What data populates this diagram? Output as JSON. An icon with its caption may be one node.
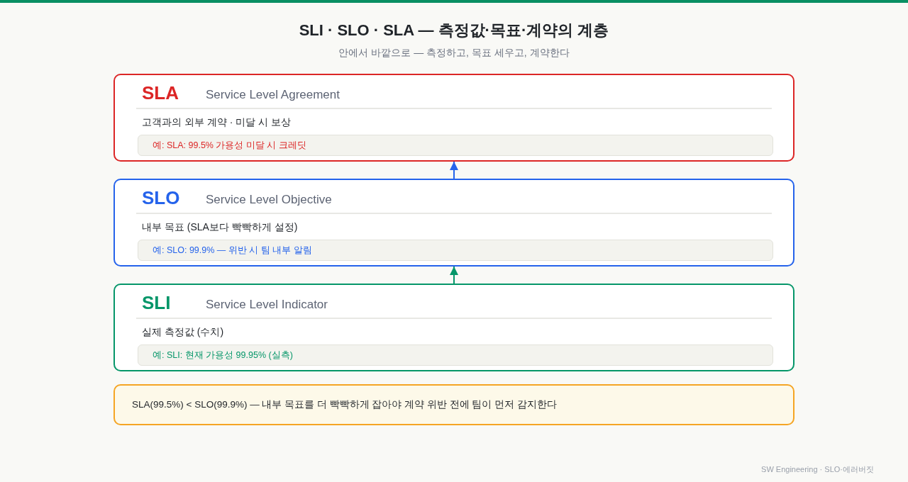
{
  "diagram": {
    "title": "SLI · SLO · SLA — 측정값·목표·계약의 계층",
    "nodes": [
      {
        "text": [
          "SLA",
          "Service Level Agreement",
          "고객과의 외부 계약 · 미달 시 보상"
        ]
      },
      {
        "text": [
          "예: SLA: 99.5% 가용성 미달 시 크레딧"
        ],
        "in": 0
      },
      {
        "text": [
          "SLO",
          "Service Level Objective",
          "내부 목표 (SLA보다 빡빡하게 설정)"
        ]
      },
      {
        "text": [
          "예: SLO: 99.9% — 위반 시 팀 내부 알림"
        ],
        "in": 2
      },
      {
        "text": [
          "SLI",
          "Service Level Indicator",
          "실제 측정값 (수치)"
        ]
      },
      {
        "text": [
          "예: SLI: 현재 가용성 99.95% (실측)"
        ],
        "in": 4
      },
      {
        "text": [
          "SLA(99.5%) < SLO(99.9%) — 내부 목표를 더 빡빡하게 잡아야 계약 위반 전에 팀이 먼저 감지한다"
        ]
      }
    ],
    "edges": [
      {
        "from": 4,
        "to": 2,
        "arrow": "to",
        "color": "#059669"
      },
      {
        "from": 2,
        "to": 0,
        "arrow": "to",
        "color": "#2563eb"
      }
    ],
    "labels": [
      "안에서 바깥으로 — 측정하고, 목표 세우고, 계약한다",
      "SW Engineering · SLO·에러버짓"
    ]
  }
}
